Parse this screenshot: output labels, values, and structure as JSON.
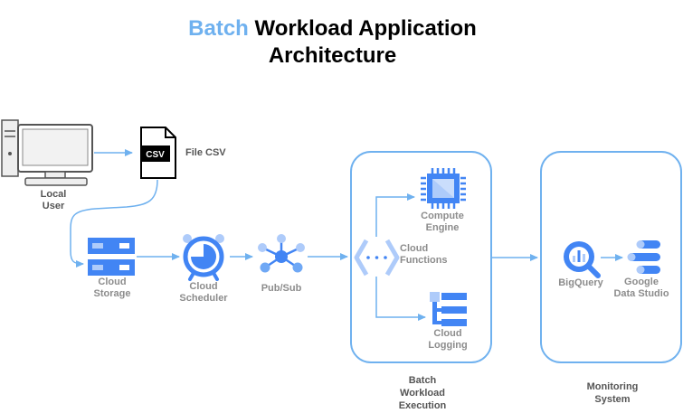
{
  "title": {
    "accent": "Batch",
    "rest": "Workload Application",
    "line2": "Architecture"
  },
  "labels": {
    "local_user_1": "Local",
    "local_user_2": "User",
    "file_csv": "File CSV",
    "csv_badge": "CSV",
    "cloud_storage_1": "Cloud",
    "cloud_storage_2": "Storage",
    "cloud_scheduler_1": "Cloud",
    "cloud_scheduler_2": "Scheduler",
    "pubsub": "Pub/Sub",
    "cloud_functions_1": "Cloud",
    "cloud_functions_2": "Functions",
    "compute_engine_1": "Compute",
    "compute_engine_2": "Engine",
    "cloud_logging_1": "Cloud",
    "cloud_logging_2": "Logging",
    "bigquery": "BigQuery",
    "data_studio_1": "Google",
    "data_studio_2": "Data Studio",
    "batch_group_1": "Batch",
    "batch_group_2": "Workload",
    "batch_group_3": "Execution",
    "monitor_group_1": "Monitoring",
    "monitor_group_2": "System"
  },
  "icons": [
    "computer-icon",
    "csv-file-icon",
    "cloud-storage-icon",
    "cloud-scheduler-icon",
    "pubsub-icon",
    "cloud-functions-icon",
    "compute-engine-icon",
    "cloud-logging-icon",
    "bigquery-icon",
    "data-studio-icon"
  ],
  "colors": {
    "accent": "#6fb1ef",
    "blue": "#4285f4",
    "arrow": "#6fb1ef",
    "label": "#8c8c8c"
  }
}
